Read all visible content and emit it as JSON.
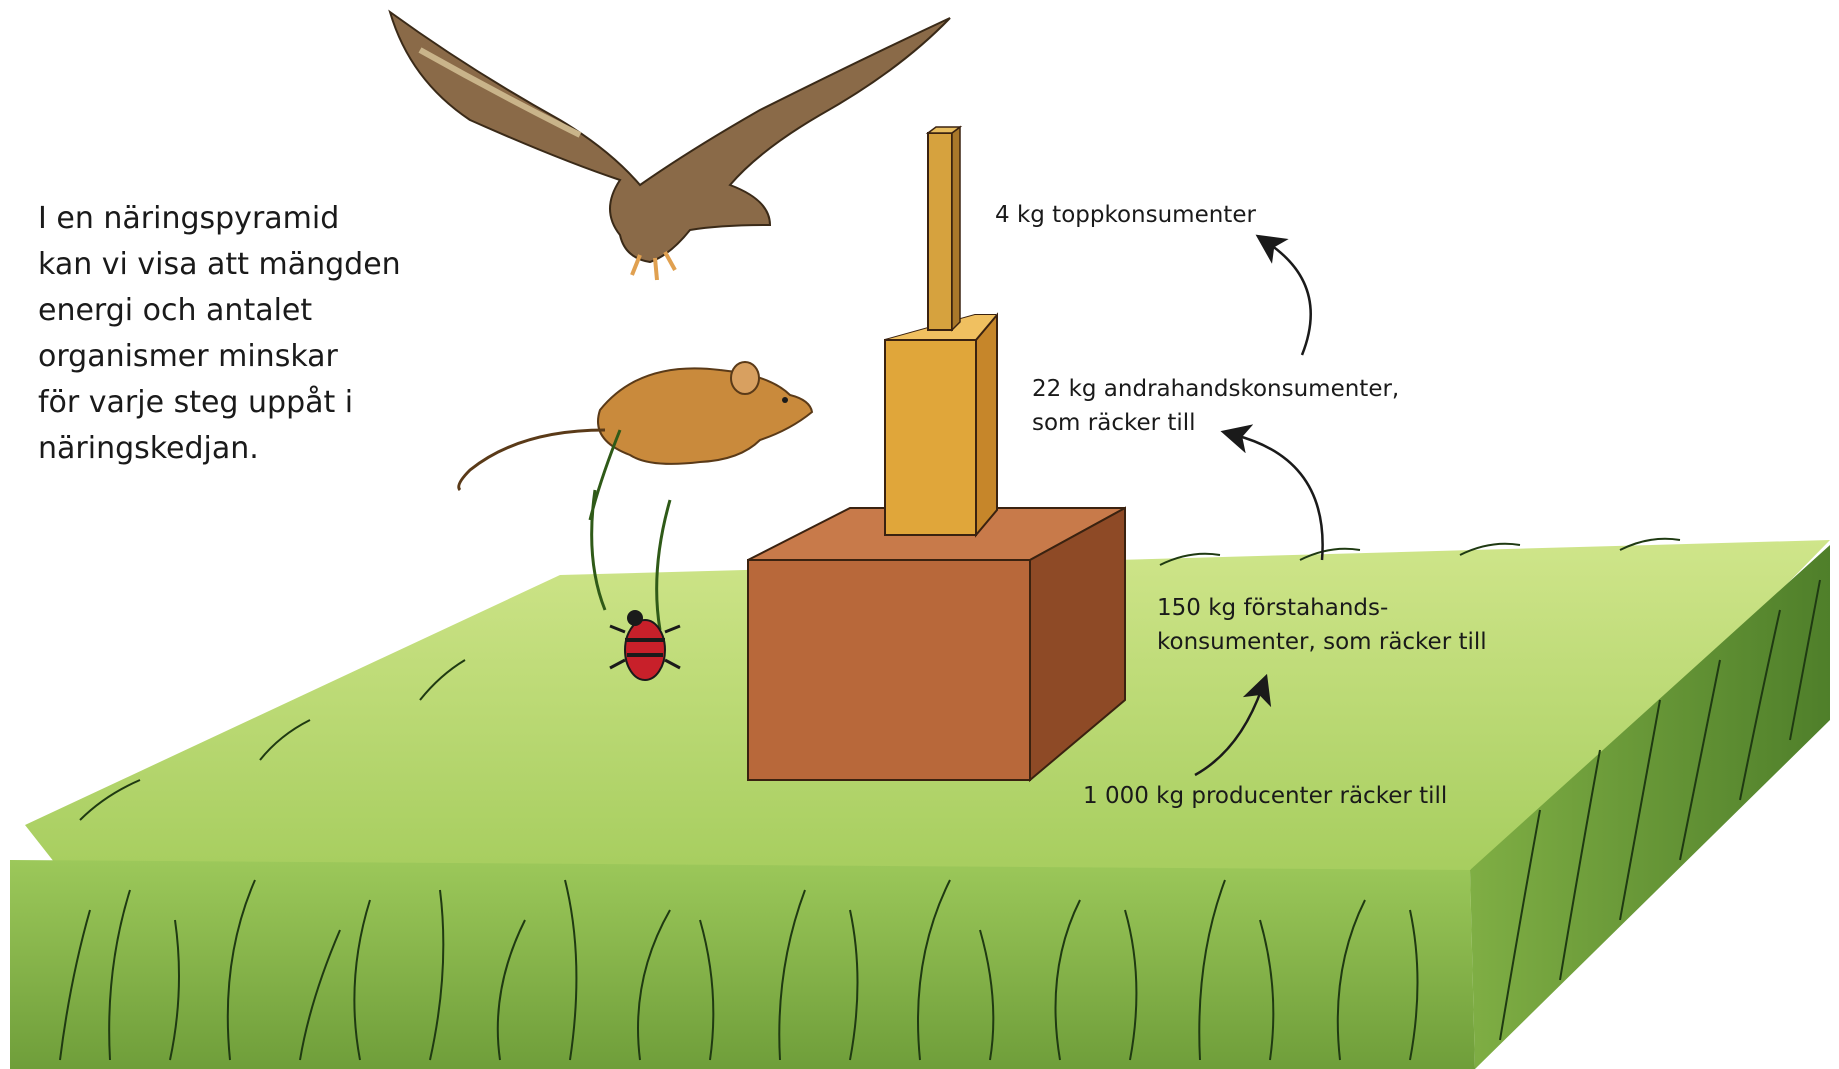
{
  "intro": {
    "lines": [
      "I en näringspyramid",
      "kan vi visa att mängden",
      "energi och antalet",
      "organismer minskar",
      "för varje steg uppåt i",
      "näringskedjan."
    ]
  },
  "levels": {
    "top": [
      "4 kg toppkonsumenter"
    ],
    "second": [
      "22 kg andrahandskonsumenter,",
      "som räcker till"
    ],
    "first": [
      "150 kg förstahands-",
      "konsumenter, som räcker till"
    ],
    "producers": [
      "1 000 kg producenter räcker till"
    ]
  },
  "colors": {
    "grass_light": "#b4d86a",
    "grass_dark": "#6f9e3a",
    "block_producers": "#b8683a",
    "block_first": "#e0a63a",
    "block_second": "#d6a23e",
    "hawk": "#8a6a48",
    "mouse": "#c98a3c",
    "beetle": "#c8202a"
  },
  "icons": [
    "hawk-icon",
    "mouse-icon",
    "beetle-icon"
  ]
}
